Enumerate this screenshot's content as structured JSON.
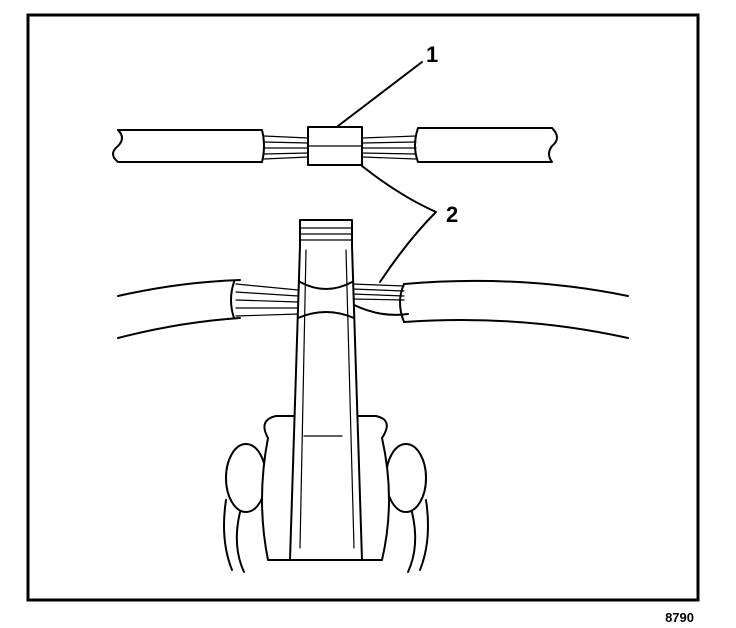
{
  "callouts": {
    "one": "1",
    "two": "2"
  },
  "figure_number": "8790",
  "colors": {
    "ink": "#000000",
    "paper": "#ffffff"
  }
}
